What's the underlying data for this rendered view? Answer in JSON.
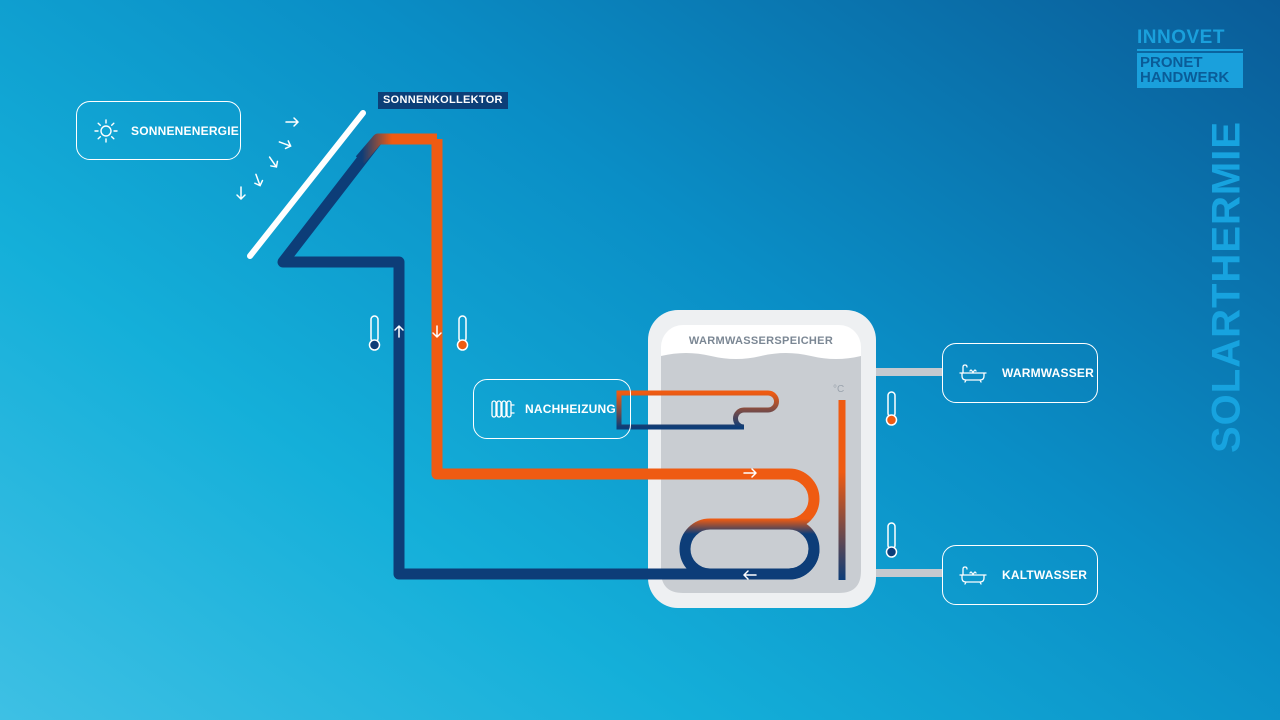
{
  "labels": {
    "sun": "SONNENENERGIE",
    "collector": "SONNENKOLLEKTOR",
    "tank": "WARMWASSERSPEICHER",
    "heating": "NACHHEIZUNG",
    "warm_water": "WARMWASSER",
    "cold_water": "KALTWASSER",
    "temp_unit": "°C",
    "vertical_title": "SOLARTHERMIE"
  },
  "logo": {
    "line1": "INNOVET",
    "line2": "PRONET",
    "line3": "HANDWERK"
  },
  "icons": {
    "sun": "sun-icon",
    "heating": "radiator-icon",
    "warm_water": "bathtub-icon",
    "cold_water": "bathtub-icon",
    "thermometer": "thermometer-icon",
    "flow": "arrow-icon"
  },
  "colors": {
    "hot": "#ef5b12",
    "cold": "#0d3d78",
    "pipe_gray": "#c5c9cf",
    "tank_outer": "#eef0f2",
    "tank_inner": "#c9cdd2",
    "title": "#17a3df"
  }
}
